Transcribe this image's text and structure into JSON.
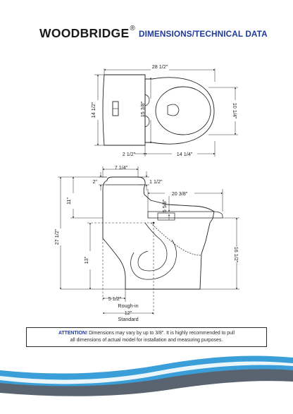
{
  "brand": {
    "name": "WOODBRIDGE",
    "mark": "®"
  },
  "title": "DIMENSIONS/TECHNICAL DATA",
  "top_view": {
    "overall_width": "28 1/2\"",
    "depth": "14 1/2\"",
    "seat_inner": "15 3/8\"",
    "bowl_width": "10 1/4\"",
    "tank_offset": "2 1/2\"",
    "bowl_length": "14 1/4\""
  },
  "side_view": {
    "tank_depth": "7 1/4\"",
    "lid_height": "1 1/2\"",
    "tank_lid": "2\"",
    "tank_to_seat": "11\"",
    "seat_length": "20  3/8\"",
    "seat_top": "5 5/8\"",
    "overall_height": "27 1/2\"",
    "outlet_height": "13\"",
    "seat_height": "16 1/2\"",
    "wall_offset": "5 1/2\"",
    "rough_in_label": "Rough-in",
    "rough_in_value": "12\"",
    "rough_in_note": "Standard"
  },
  "notice": {
    "prefix": "ATTENTION!",
    "line1": " Dimensions may vary by up to 3/8\". It is highly recommended to pull",
    "line2": "all dimensions of actual model for installation and measuring purposes."
  },
  "colors": {
    "accent": "#1f3a9a",
    "wave_blue": "#3a9fd8",
    "wave_gray": "#5a6470"
  }
}
